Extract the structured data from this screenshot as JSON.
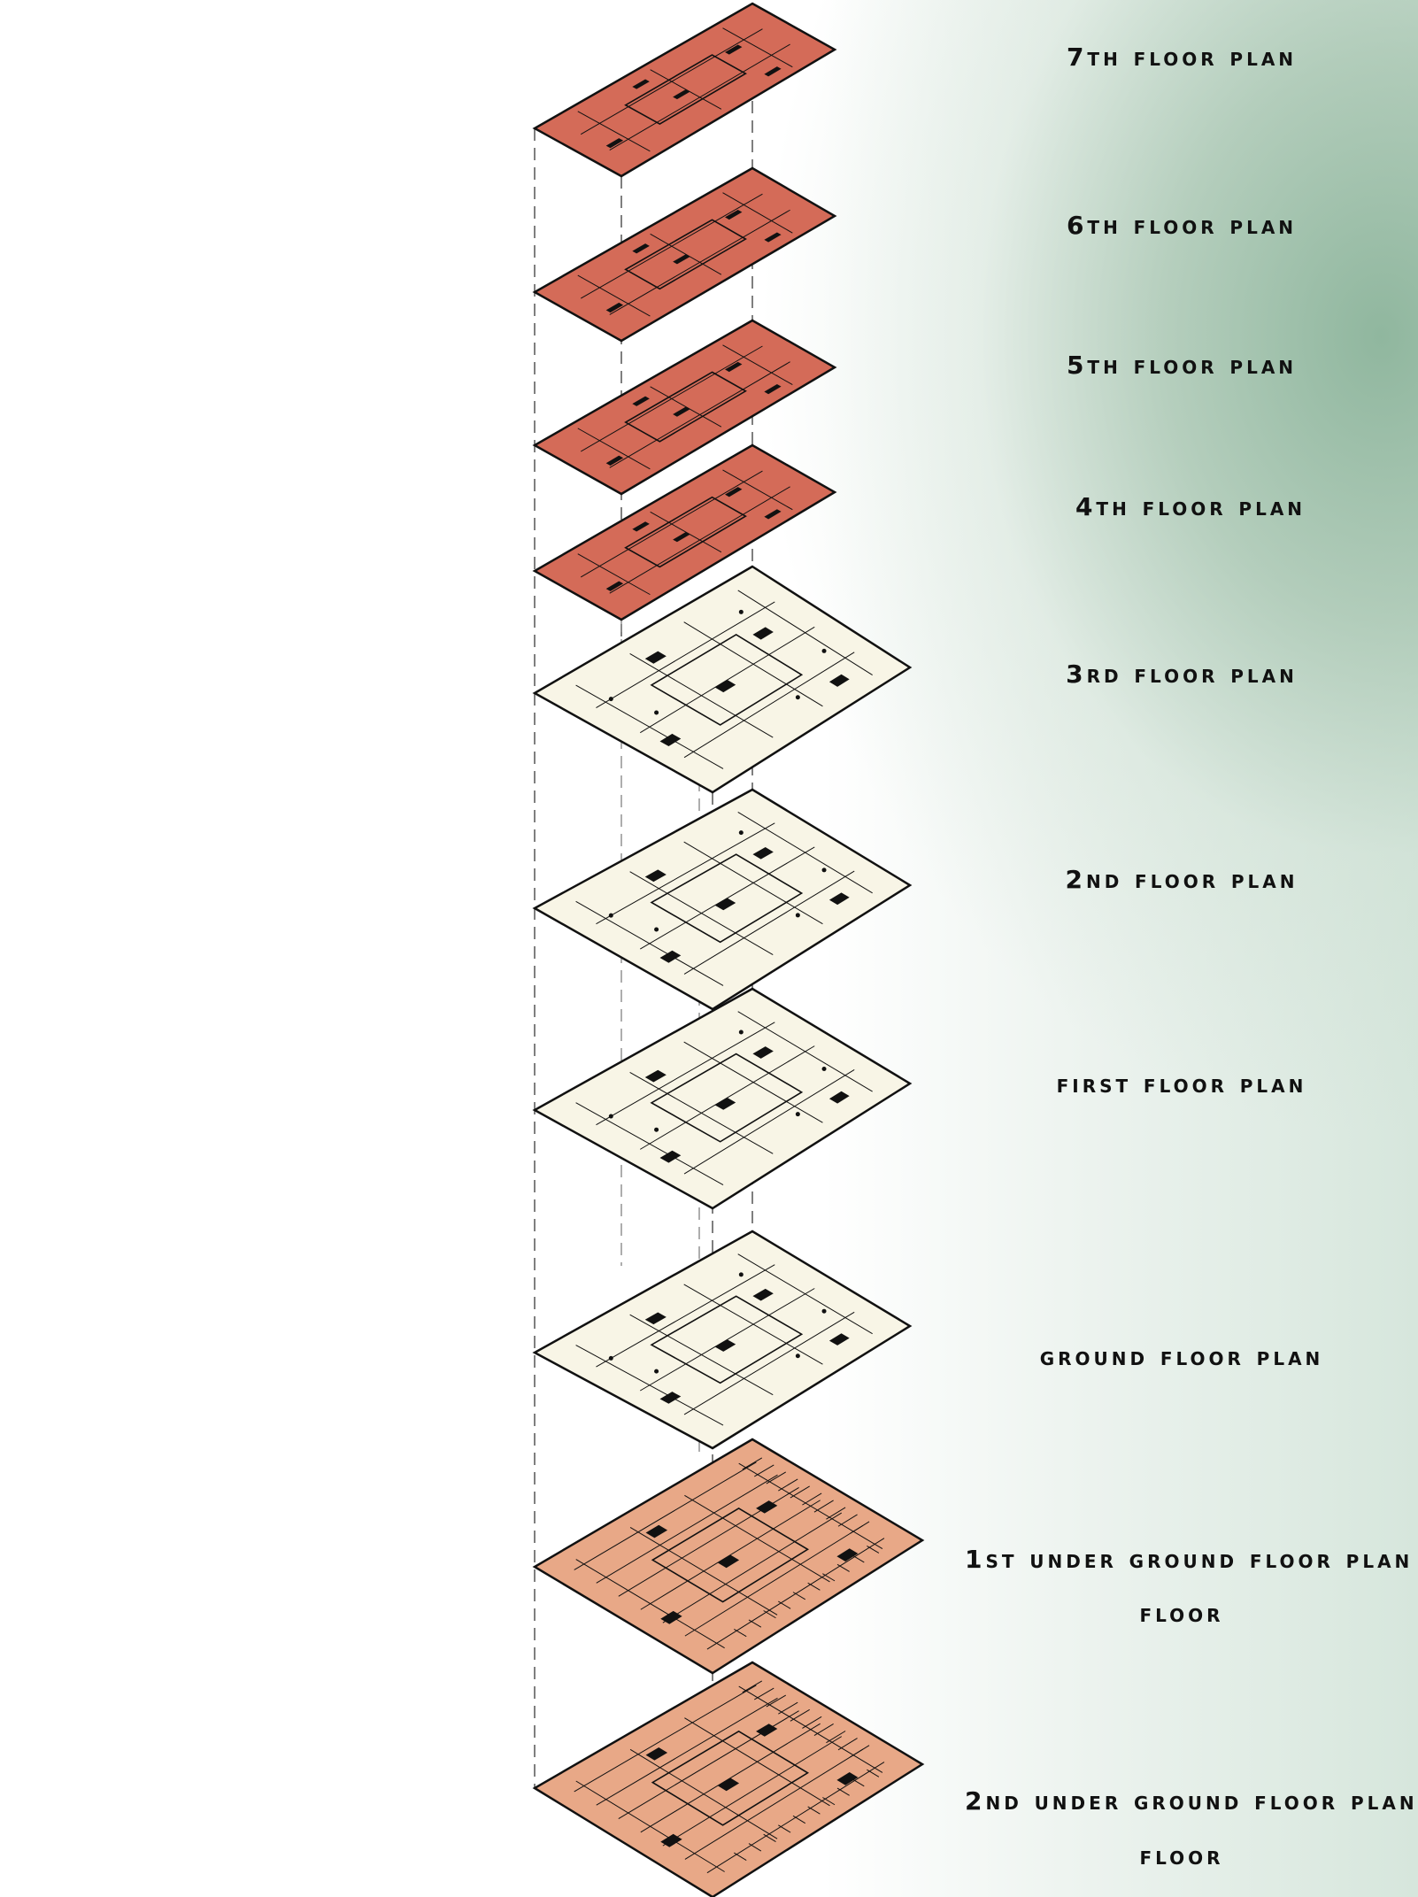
{
  "colors": {
    "upper": "#d46b58",
    "middle": "#f8f5e6",
    "basement": "#e8a887",
    "line": "#111111"
  },
  "floors": [
    {
      "label": "7th floor plan",
      "kind": "upper"
    },
    {
      "label": "6th floor plan",
      "kind": "upper"
    },
    {
      "label": "5th floor plan",
      "kind": "upper"
    },
    {
      "label": "4th floor plan",
      "kind": "upper"
    },
    {
      "label": "3rd floor plan",
      "kind": "middle"
    },
    {
      "label": "2nd floor plan",
      "kind": "middle"
    },
    {
      "label": "first floor plan",
      "kind": "middle"
    },
    {
      "label": "ground floor plan",
      "kind": "middle"
    },
    {
      "label": "1st under ground floor plan",
      "sub": "floor",
      "kind": "basement"
    },
    {
      "label": "2nd under ground floor plan",
      "sub": "floor",
      "kind": "basement"
    }
  ]
}
